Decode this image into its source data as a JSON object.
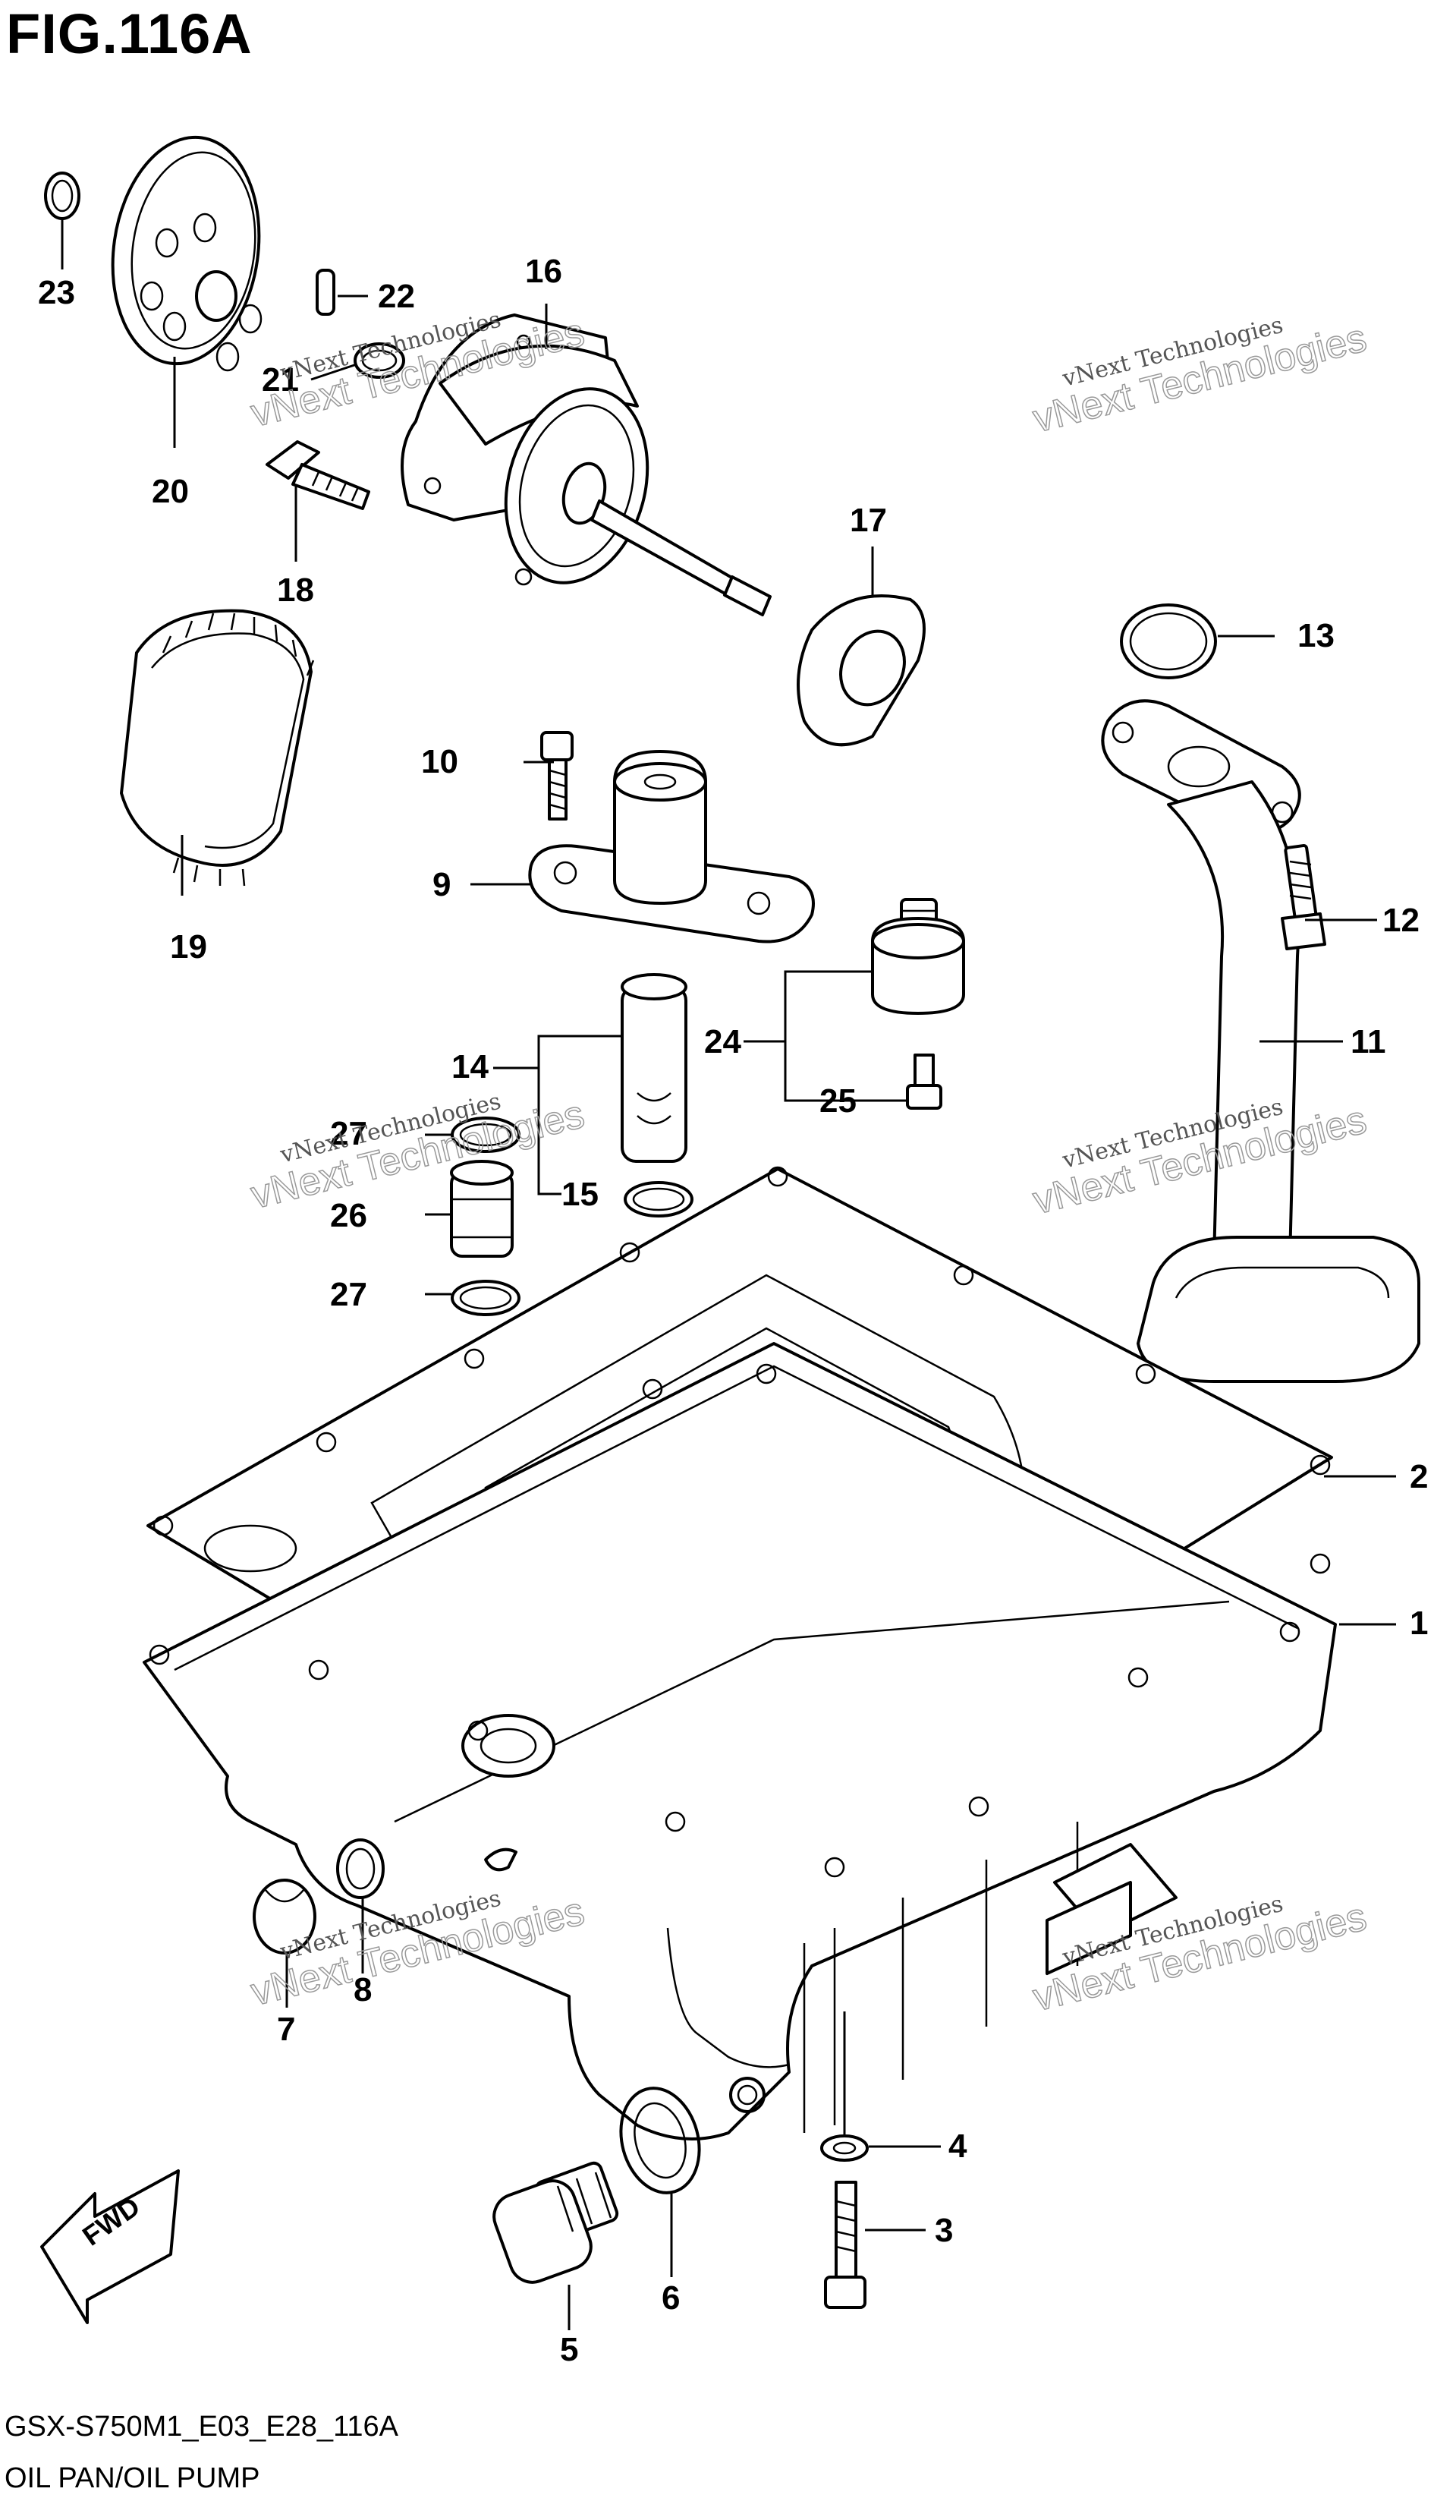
{
  "figure_title": "FIG.116A",
  "footer_code": "GSX-S750M1_E03_E28_116A",
  "footer_name": "OIL PAN/OIL PUMP",
  "fwd_label": "FWD",
  "watermark_line1": "vNext Technologies",
  "watermark_line2": "vNext Technologies",
  "part_numbers": [
    "1",
    "2",
    "3",
    "4",
    "5",
    "6",
    "7",
    "8",
    "9",
    "10",
    "11",
    "12",
    "13",
    "14",
    "15",
    "16",
    "17",
    "18",
    "19",
    "20",
    "21",
    "22",
    "23",
    "24",
    "25",
    "26",
    "27",
    "27"
  ]
}
